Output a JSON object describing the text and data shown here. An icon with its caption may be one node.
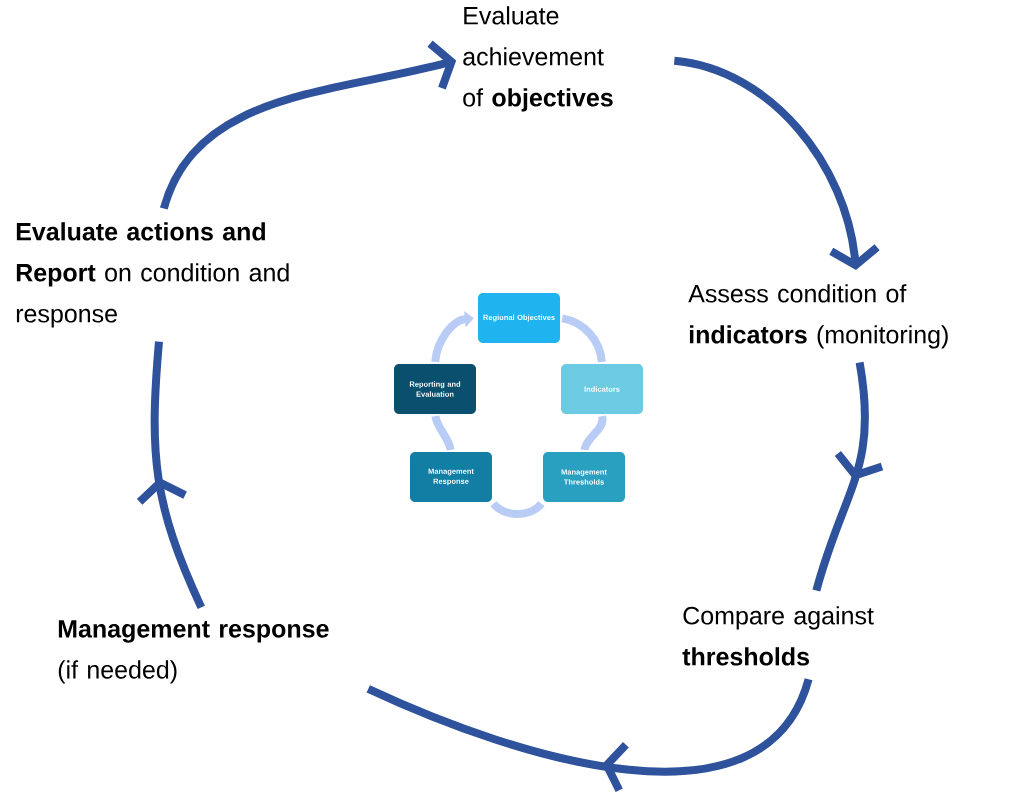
{
  "diagram": {
    "nodes": [
      {
        "text": [
          "Evaluate achievement of **objectives**"
        ]
      },
      {
        "text": [
          "**Evaluate actions and Report** on condition and response"
        ]
      },
      {
        "text": [
          "Assess condition of **indicators** (monitoring)"
        ]
      },
      {
        "text": [
          "Compare against **thresholds**"
        ]
      },
      {
        "text": [
          "**Management response** (if needed)"
        ]
      },
      {
        "text": [
          "Regional Objectives"
        ]
      },
      {
        "text": [
          "Reporting and Evaluation"
        ]
      },
      {
        "text": [
          "Indicators"
        ]
      },
      {
        "text": [
          "Management Response"
        ]
      },
      {
        "text": [
          "Management Thresholds"
        ]
      }
    ],
    "edges": [
      {
        "from": 1,
        "to": 0,
        "arrow": "to"
      },
      {
        "from": 0,
        "to": 2,
        "arrow": "to"
      },
      {
        "from": 2,
        "to": 3,
        "arrow": "to"
      },
      {
        "from": 3,
        "to": 4,
        "arrow": "to"
      },
      {
        "from": 4,
        "to": 1,
        "arrow": "to"
      },
      {
        "from": 5,
        "to": 7,
        "arrow": "none",
        "color": "#b9ccf5"
      },
      {
        "from": 7,
        "to": 9,
        "arrow": "none",
        "color": "#b9ccf5"
      },
      {
        "from": 9,
        "to": 8,
        "arrow": "none",
        "color": "#b9ccf5"
      },
      {
        "from": 8,
        "to": 6,
        "arrow": "none",
        "color": "#b9ccf5"
      },
      {
        "from": 6,
        "to": 5,
        "arrow": "to",
        "color": "#b9ccf5"
      }
    ]
  }
}
